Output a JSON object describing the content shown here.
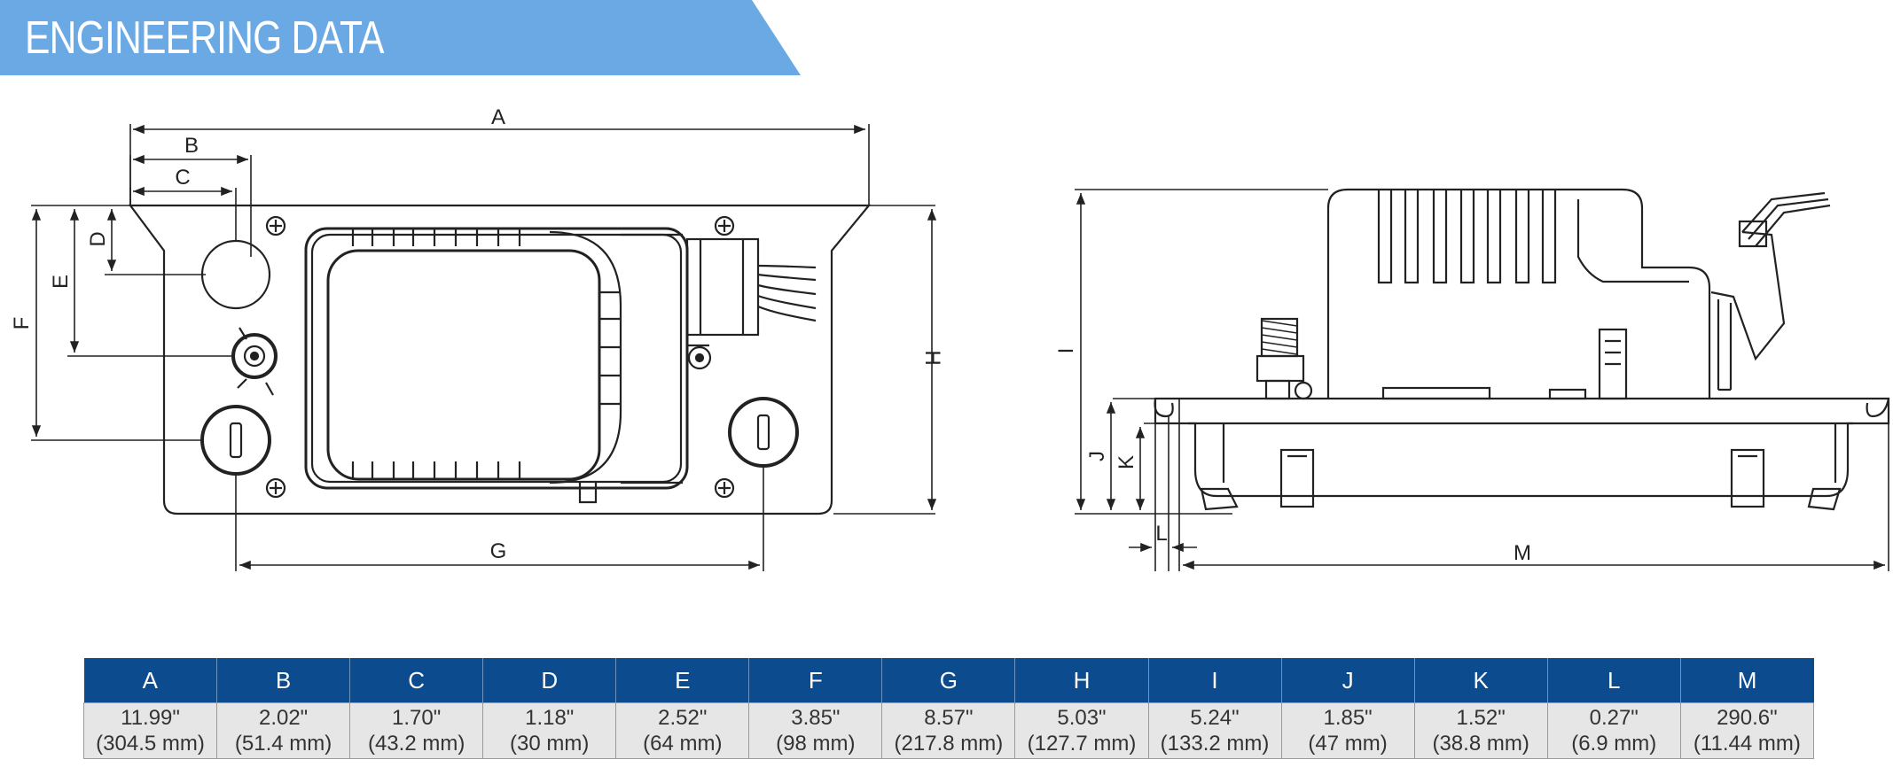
{
  "banner": {
    "title": "ENGINEERING DATA",
    "color": "#6aa9e3"
  },
  "accent_color": "#0c4b8e",
  "dimension_labels": {
    "a": "A",
    "b": "B",
    "c": "C",
    "d": "D",
    "e": "E",
    "f": "F",
    "g": "G",
    "h": "H",
    "i": "I",
    "j": "J",
    "k": "K",
    "l": "L",
    "m": "M"
  },
  "table": {
    "headers": [
      "A",
      "B",
      "C",
      "D",
      "E",
      "F",
      "G",
      "H",
      "I",
      "J",
      "K",
      "L",
      "M"
    ],
    "inches": [
      "11.99\"",
      "2.02\"",
      "1.70\"",
      "1.18\"",
      "2.52\"",
      "3.85\"",
      "8.57\"",
      "5.03\"",
      "5.24\"",
      "1.85\"",
      "1.52\"",
      "0.27\"",
      "290.6\""
    ],
    "mm": [
      "(304.5 mm)",
      "(51.4 mm)",
      "(43.2 mm)",
      "(30 mm)",
      "(64 mm)",
      "(98 mm)",
      "(217.8 mm)",
      "(127.7 mm)",
      "(133.2 mm)",
      "(47 mm)",
      "(38.8 mm)",
      "(6.9 mm)",
      "(11.44 mm)"
    ]
  }
}
